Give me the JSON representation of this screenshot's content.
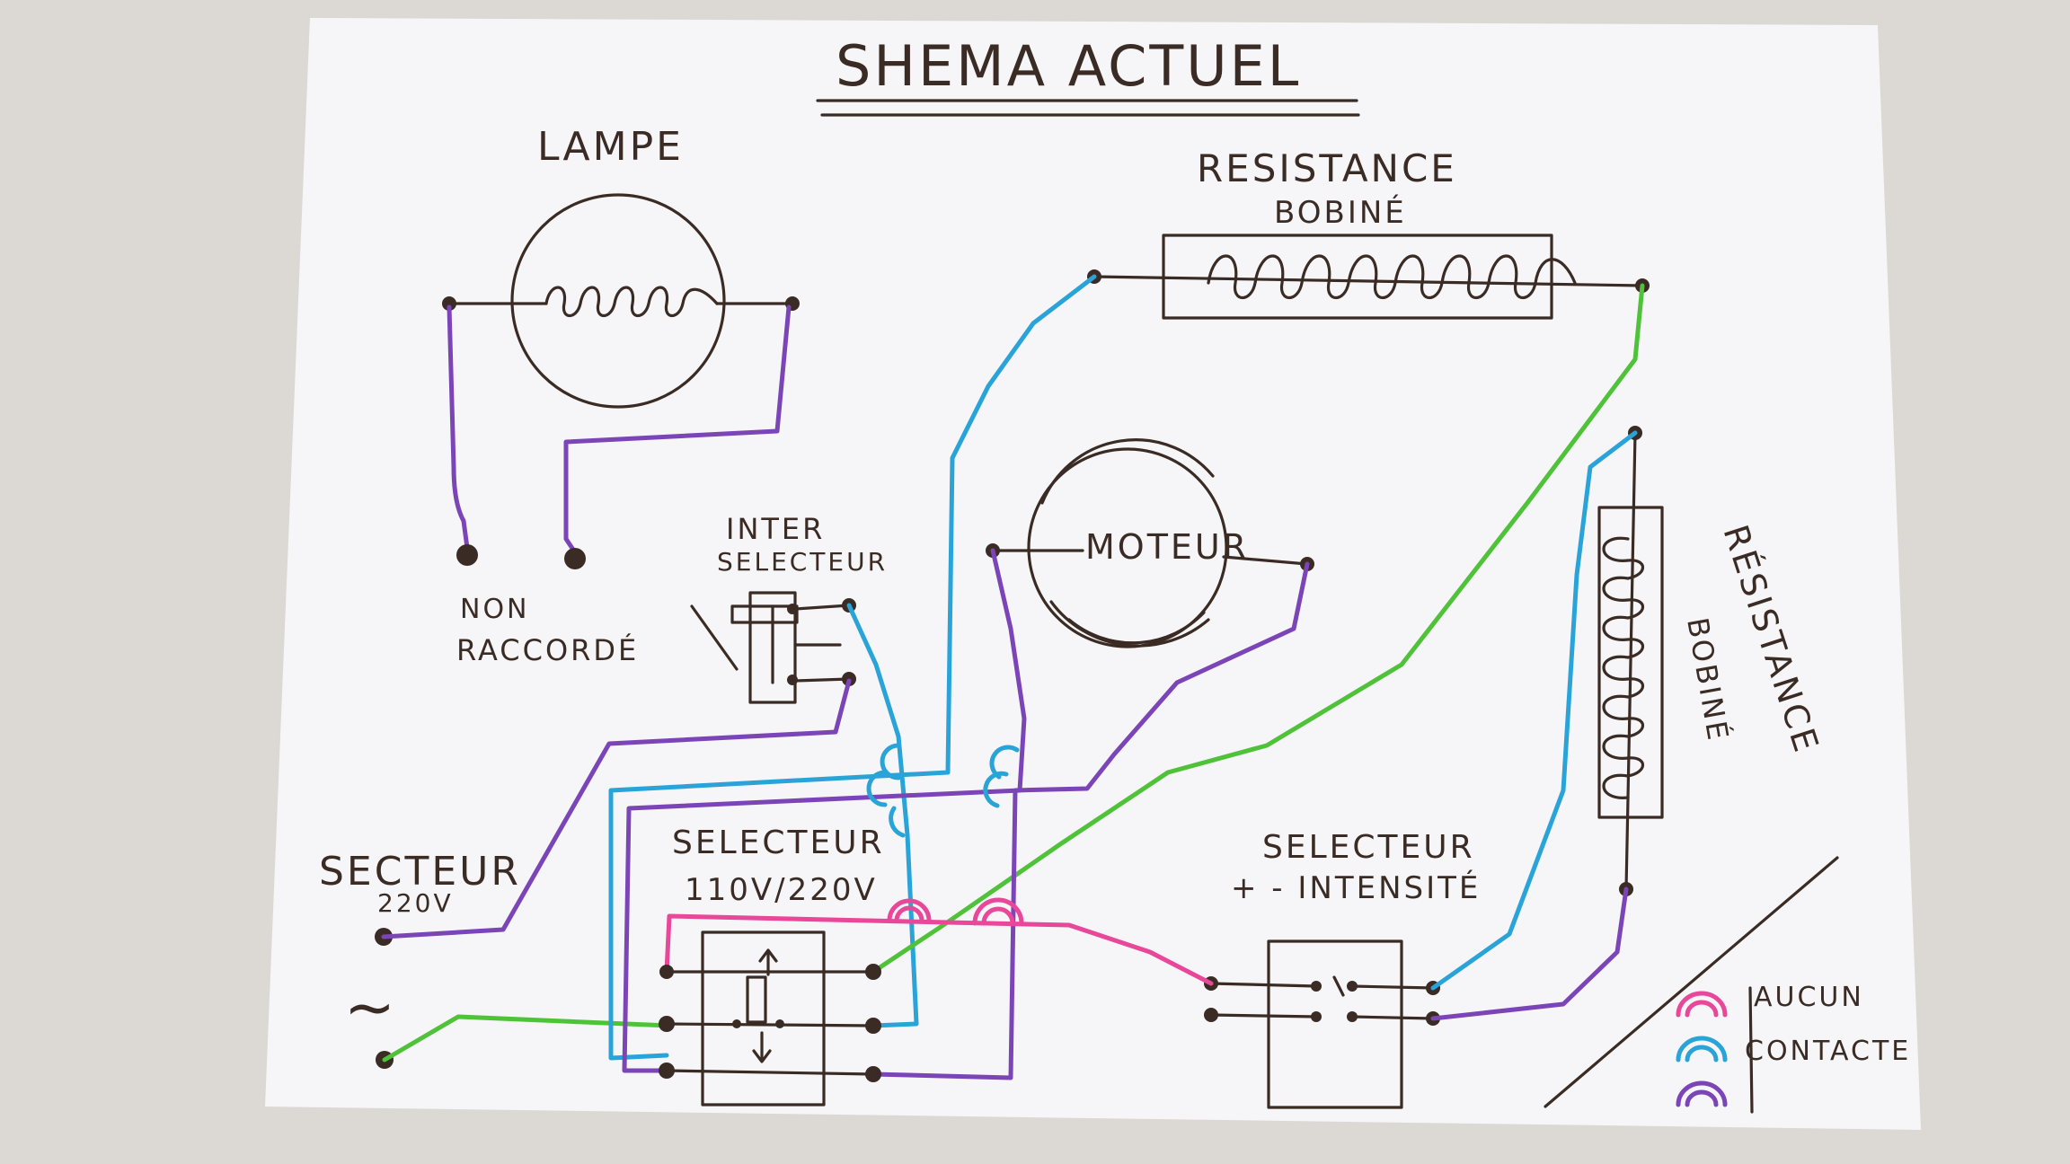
{
  "title": "SHEMA ACTUEL",
  "components": {
    "lamp": {
      "label": "LAMPE",
      "not_connected_line1": "NON",
      "not_connected_line2": "RACCORDÉ"
    },
    "resistance_top": {
      "label_line1": "RESISTANCE",
      "label_line2": "BOBINÉ"
    },
    "resistance_right": {
      "label_line1": "RÉSISTANCE",
      "label_line2": "BOBINÉ"
    },
    "motor": {
      "label": "MOTEUR"
    },
    "inter_selector": {
      "label_line1": "INTER",
      "label_line2": "SELECTEUR"
    },
    "voltage_selector": {
      "label_line1": "SELECTEUR",
      "label_line2": "110V/220V"
    },
    "intensity_selector": {
      "label_line1": "SELECTEUR",
      "label_line2": "+ - INTENSITÉ"
    },
    "mains": {
      "label_line1": "SECTEUR",
      "label_line2": "220V",
      "ac_symbol": "~"
    }
  },
  "legend": {
    "line1": "AUCUN",
    "line2": "CONTACTE"
  },
  "colors": {
    "paper": "#f6f6f8",
    "background": "#dcd9d4",
    "ink": "#3a2b24",
    "wire_purple": "#7b45b8",
    "wire_blue": "#2aa4d8",
    "wire_green": "#4fc23a",
    "wire_pink": "#e8479a"
  }
}
